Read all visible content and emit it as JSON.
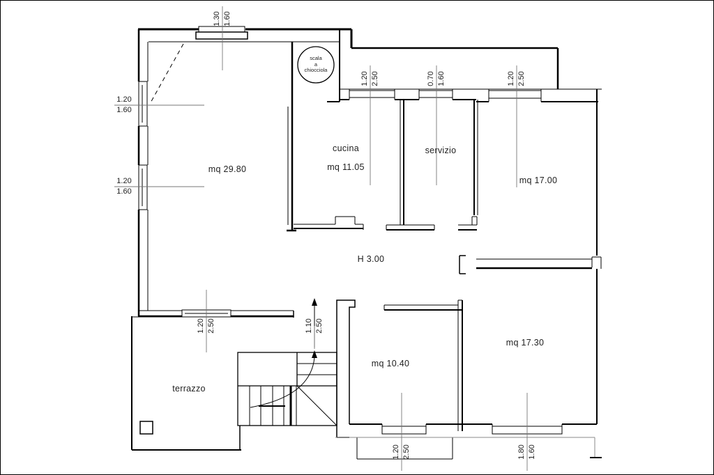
{
  "plan": {
    "height_note": "H 3.00",
    "rooms": {
      "soggiorno": {
        "area": "mq 29.80"
      },
      "cucina": {
        "name": "cucina",
        "area": "mq 11.05"
      },
      "servizio": {
        "name": "servizio"
      },
      "camera1": {
        "area": "mq 17.00"
      },
      "camera2": {
        "area": "mq 17.30"
      },
      "room3": {
        "area": "mq 10.40"
      },
      "terrazzo": {
        "name": "terrazzo"
      }
    },
    "spiral_stair": {
      "l1": "scala",
      "l2": "a",
      "l3": "chiocciola"
    },
    "dims": {
      "tl": {
        "a": "1.30",
        "b": "1.60"
      },
      "left1": {
        "a": "1.20",
        "b": "1.60"
      },
      "left2": {
        "a": "1.20",
        "b": "1.60"
      },
      "win_cucina": {
        "a": "1.20",
        "b": "2.50"
      },
      "win_servizio": {
        "a": "0.70",
        "b": "1.60"
      },
      "win_camera1": {
        "a": "1.20",
        "b": "2.50"
      },
      "win_terrazzo": {
        "a": "1.20",
        "b": "2.50"
      },
      "door_entrance": {
        "a": "1.10",
        "b": "2.50"
      },
      "win_room3": {
        "a": "1.20",
        "b": "2.50"
      },
      "win_camera2": {
        "a": "1.80",
        "b": "1.60"
      }
    },
    "colors": {
      "wall": "#000000",
      "witness_line": "#777777",
      "thin_line": "#888888"
    }
  }
}
